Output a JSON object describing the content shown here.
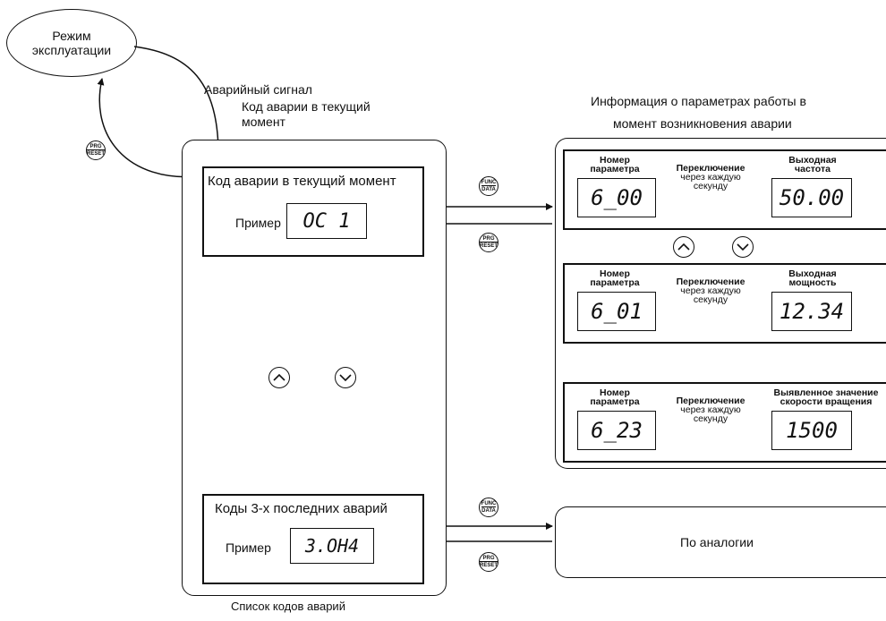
{
  "operation_mode": {
    "label_line1": "Режим",
    "label_line2": "эксплуатации"
  },
  "alarm_signal": "Аварийный сигнал",
  "current_code_caption_line1": "Код аварии в текущий",
  "current_code_caption_line2": "момент",
  "current_code_box": {
    "title": "Код аварии в текущий момент",
    "example_label": "Пример",
    "display": "OC 1"
  },
  "last3_box": {
    "title": "Коды 3-х последних аварий",
    "example_label": "Пример",
    "display": "3.OH4"
  },
  "list_caption": "Список кодов аварий",
  "info_title_line1": "Информация о параметрах работы в",
  "info_title_line2": "момент возникновения аварии",
  "keys": {
    "prg_line1": "PRG",
    "prg_line2": "RESET",
    "func_line1": "FUNC",
    "func_line2": "DATA"
  },
  "params": [
    {
      "num_label_1": "Номер",
      "num_label_2": "параметра",
      "code": "6_00",
      "switch_1": "Переключение",
      "switch_2": "через каждую",
      "switch_3": "секунду",
      "value_label_1": "Выходная",
      "value_label_2": "частота",
      "value": "50.00"
    },
    {
      "num_label_1": "Номер",
      "num_label_2": "параметра",
      "code": "6_01",
      "switch_1": "Переключение",
      "switch_2": "через каждую",
      "switch_3": "секунду",
      "value_label_1": "Выходная",
      "value_label_2": "мощность",
      "value": "12.34"
    },
    {
      "num_label_1": "Номер",
      "num_label_2": "параметра",
      "code": "6_23",
      "switch_1": "Переключение",
      "switch_2": "через каждую",
      "switch_3": "секунду",
      "value_label_1": "Выявленное значение",
      "value_label_2": "скорости вращения",
      "value": "1500"
    }
  ],
  "analogy_label": "По аналогии",
  "colors": {
    "line": "#111111",
    "background": "#ffffff"
  }
}
